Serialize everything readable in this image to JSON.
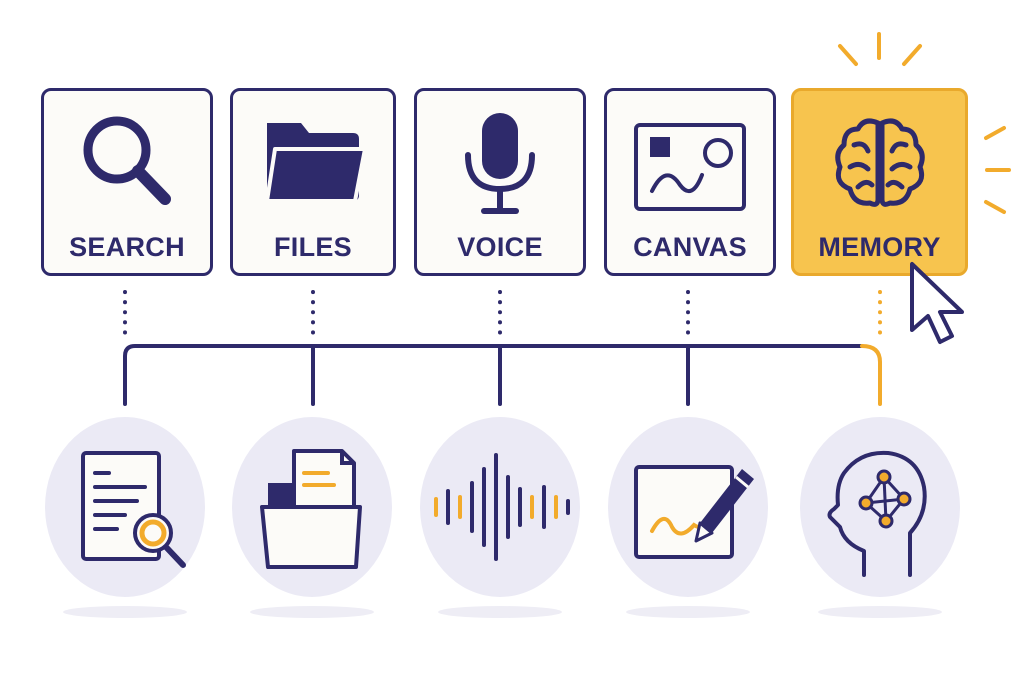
{
  "colors": {
    "navy": "#2e2a6b",
    "accent": "#f2ab2c",
    "active_fill": "#f7c44e",
    "circle_fill": "#ebeaf5"
  },
  "cards": [
    {
      "label": "SEARCH",
      "icon": "magnifier-icon"
    },
    {
      "label": "FILES",
      "icon": "folder-icon"
    },
    {
      "label": "VOICE",
      "icon": "microphone-icon"
    },
    {
      "label": "CANVAS",
      "icon": "image-canvas-icon"
    },
    {
      "label": "MEMORY",
      "icon": "brain-icon",
      "active": true
    }
  ],
  "circles": [
    {
      "icon": "document-search-icon"
    },
    {
      "icon": "open-folder-document-icon"
    },
    {
      "icon": "sound-wave-icon"
    },
    {
      "icon": "drawing-pad-pen-icon"
    },
    {
      "icon": "head-network-icon"
    }
  ]
}
